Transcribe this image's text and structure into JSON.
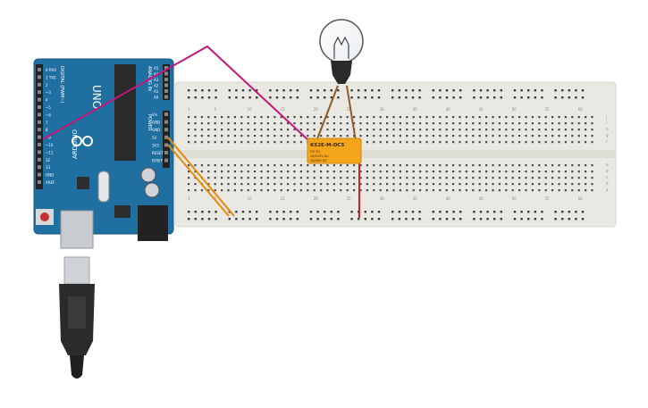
{
  "arduino": {
    "brand": "ARDUINO",
    "model": "UNO",
    "digital_label": "DIGITAL (PWM~)",
    "analog_label": "ANALOG IN",
    "power_label": "POWER",
    "digital_pins": [
      "0 RX0",
      "1 TX0",
      "2",
      "~3",
      "4",
      "~5",
      "~6",
      "7",
      "8",
      "~9",
      "~10",
      "~11",
      "12",
      "13",
      "GND",
      "AREF"
    ],
    "analog_pins": [
      "A5",
      "A4",
      "A3",
      "A2",
      "A1",
      "A0"
    ],
    "power_pins": [
      "Vin",
      "GND",
      "GND",
      "5V",
      "3V3",
      "RESET",
      "IOREF"
    ]
  },
  "relay": {
    "part": "KS2E-M-DC5",
    "line1": "DC 5V",
    "line2": "1A/125V AC",
    "line3": "2A/30V DC"
  },
  "breadboard": {
    "column_labels": [
      "1",
      "5",
      "10",
      "15",
      "20",
      "25",
      "30",
      "35",
      "40",
      "45",
      "50",
      "55",
      "60"
    ],
    "row_labels_top": [
      "j",
      "i",
      "h",
      "g",
      "f"
    ],
    "row_labels_bottom": [
      "e",
      "d",
      "c",
      "b",
      "a"
    ]
  },
  "wire_colors": {
    "signal": "#c2187a",
    "power": "#e8890c",
    "lamp": "#8b5a2b",
    "return": "#d42020"
  },
  "icons": [
    "arduino-board",
    "usb-cable",
    "light-bulb",
    "relay",
    "breadboard"
  ]
}
